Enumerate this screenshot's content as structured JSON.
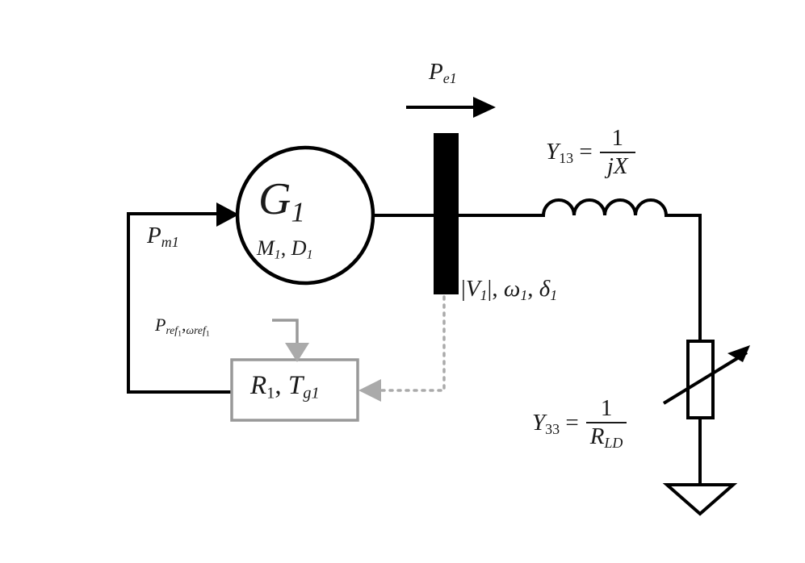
{
  "diagram": {
    "title": "Single machine infinite bus power system schematic with governor",
    "generator": {
      "name": "generator-g1",
      "main_label": "G",
      "main_sub": "1",
      "params_label": "M₁, D₁",
      "params_parts": {
        "m": "M",
        "m_sub": "1",
        "comma": ", ",
        "d": "D",
        "d_sub": "1"
      }
    },
    "flows": {
      "mechanical_power": {
        "symbol": "P",
        "sub": "m1",
        "label": "P_m1"
      },
      "electrical_power": {
        "symbol": "P",
        "sub": "e1",
        "label": "P_e1"
      }
    },
    "bus": {
      "name": "bus-1",
      "label_parts": {
        "v": "V",
        "v_sub": "1",
        "omega": "ω",
        "omega_sub": "1",
        "delta": "δ",
        "delta_sub": "1"
      },
      "label": "|V₁|, ω₁, δ₁"
    },
    "line_admittance": {
      "name": "transmission-line-admittance",
      "lhs": "Y",
      "lhs_sub": "13",
      "equals": "=",
      "numerator": "1",
      "denominator_j": "j",
      "denominator_x": "X",
      "label": "Y₁₃ = 1/(jX)"
    },
    "load_admittance": {
      "name": "load-admittance",
      "lhs": "Y",
      "lhs_sub": "33",
      "equals": "=",
      "numerator": "1",
      "denominator": "R",
      "denominator_sub": "LD",
      "label": "Y₃₃ = 1/R_LD"
    },
    "governor": {
      "name": "governor-block",
      "droop": "R",
      "droop_sub": "1",
      "comma": ", ",
      "time_const": "T",
      "time_const_sub": "g1",
      "label": "R₁, T_g1",
      "reference_inputs": {
        "p_ref": "P",
        "p_ref_sub": "ref",
        "p_ref_sub_sub": "1",
        "w_ref": "ω",
        "w_ref_sub": "ref",
        "w_ref_sub_sub": "1",
        "label": "P_ref1, ω_ref1"
      }
    },
    "ground": {
      "name": "ground-symbol",
      "label": "ground"
    },
    "colors": {
      "stroke": "#000000",
      "gray_control": "#999999",
      "gray_feedback": "#aaaaaa",
      "background": "#ffffff",
      "text": "#1a1a1a"
    }
  }
}
